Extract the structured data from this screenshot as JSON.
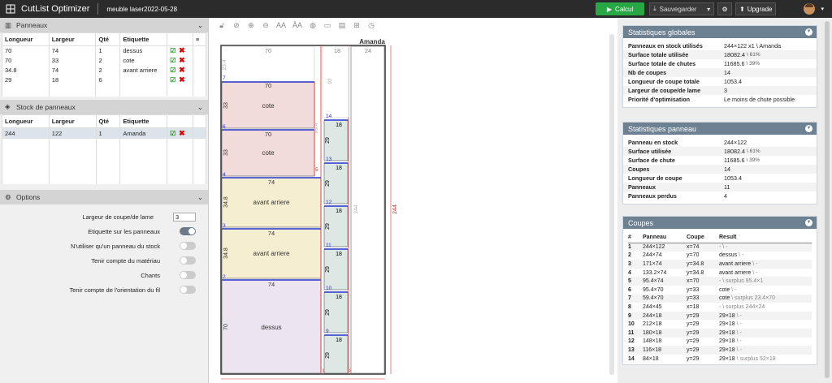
{
  "app": {
    "title": "CutList Optimizer",
    "file_name": "meuble laser2022-05-28"
  },
  "topbar": {
    "calc_label": "Calcul",
    "save_label": "Sauvegarder",
    "upgrade_label": "Upgrade"
  },
  "panneaux": {
    "title": "Panneaux",
    "headers": [
      "Longueur",
      "Largeur",
      "Qté",
      "Etiquette"
    ],
    "rows": [
      {
        "l": "70",
        "w": "74",
        "q": "1",
        "label": "dessus"
      },
      {
        "l": "70",
        "w": "33",
        "q": "2",
        "label": "cote"
      },
      {
        "l": "34.8",
        "w": "74",
        "q": "2",
        "label": "avant arriere"
      },
      {
        "l": "29",
        "w": "18",
        "q": "6",
        "label": ""
      }
    ]
  },
  "stock": {
    "title": "Stock de panneaux",
    "headers": [
      "Longueur",
      "Largeur",
      "Qté",
      "Etiquette"
    ],
    "rows": [
      {
        "l": "244",
        "w": "122",
        "q": "1",
        "label": "Amanda"
      }
    ]
  },
  "options": {
    "title": "Options",
    "kerf_label": "Largeur de coupe/de lame",
    "kerf_value": "3",
    "toggles": [
      {
        "label": "Etiquette sur les panneaux",
        "on": true
      },
      {
        "label": "N'utiliser qu'un panneau du stock",
        "on": false
      },
      {
        "label": "Tenir compte du matériau",
        "on": false
      },
      {
        "label": "Chants",
        "on": false
      },
      {
        "label": "Tenir compte de l'orientation du fil",
        "on": false
      }
    ]
  },
  "diagram": {
    "stock_label": "Amanda",
    "width_label": "244",
    "height_label": "244",
    "top_dims": [
      "70",
      "18",
      "24"
    ],
    "left_dim": "23.4",
    "mid_dim": "92",
    "side_dim": "95.4",
    "parts": [
      {
        "name": "cote",
        "w": "70",
        "h": "33",
        "edge": "7"
      },
      {
        "name": "cote",
        "w": "70",
        "h": "33",
        "edge": "6"
      },
      {
        "name": "avant arriere",
        "w": "74",
        "h": "34.8",
        "edge": "4"
      },
      {
        "name": "avant arriere",
        "w": "74",
        "h": "34.8",
        "edge": "3"
      },
      {
        "name": "dessus",
        "w": "74",
        "h": "70",
        "edge": "2"
      }
    ],
    "small_parts": [
      {
        "w": "18",
        "h": "29",
        "edge": "14"
      },
      {
        "w": "18",
        "h": "29",
        "edge": "13"
      },
      {
        "w": "18",
        "h": "29",
        "edge": "12"
      },
      {
        "w": "18",
        "h": "29",
        "edge": "11"
      },
      {
        "w": "18",
        "h": "29",
        "edge": "10"
      },
      {
        "w": "18",
        "h": "29",
        "edge": "9"
      }
    ],
    "cut_edges": [
      "5",
      "1",
      "8"
    ]
  },
  "stats_globales": {
    "title": "Statistiques globales",
    "rows": [
      {
        "k": "Panneaux en stock utilisés",
        "v": "244×122 x1 \\ Amanda"
      },
      {
        "k": "Surface totale utilisée",
        "v": "18082.4",
        "p": "\\ 61%"
      },
      {
        "k": "Surface totale de chutes",
        "v": "11685.6",
        "p": "\\ 39%"
      },
      {
        "k": "Nb de coupes",
        "v": "14"
      },
      {
        "k": "Longueur de coupe totale",
        "v": "1053.4"
      },
      {
        "k": "Largeur de coupe/de lame",
        "v": "3"
      },
      {
        "k": "Priorité d'optimisation",
        "v": "Le moins de chute possible"
      }
    ]
  },
  "stats_panneau": {
    "title": "Statistiques panneau",
    "rows": [
      {
        "k": "Panneau en stock",
        "v": "244×122"
      },
      {
        "k": "Surface utilisée",
        "v": "18082.4",
        "p": "\\ 61%"
      },
      {
        "k": "Surface de chute",
        "v": "11685.6",
        "p": "\\ 39%"
      },
      {
        "k": "Coupes",
        "v": "14"
      },
      {
        "k": "Longueur de coupe",
        "v": "1053.4"
      },
      {
        "k": "Panneaux",
        "v": "11"
      },
      {
        "k": "Panneaux perdus",
        "v": "4"
      }
    ]
  },
  "coupes": {
    "title": "Coupes",
    "headers": [
      "#",
      "Panneau",
      "Coupe",
      "Result"
    ],
    "rows": [
      {
        "n": "1",
        "p": "244×122",
        "c": "x=74",
        "r": "",
        "m": "- \\ -"
      },
      {
        "n": "2",
        "p": "244×74",
        "c": "y=70",
        "r": "dessus",
        "m": " \\ -"
      },
      {
        "n": "3",
        "p": "171×74",
        "c": "y=34.8",
        "r": "avant arriere",
        "m": " \\ -"
      },
      {
        "n": "4",
        "p": "133.2×74",
        "c": "y=34.8",
        "r": "avant arriere",
        "m": " \\ -"
      },
      {
        "n": "5",
        "p": "95.4×74",
        "c": "x=70",
        "r": "",
        "m": "- \\ surplus 95.4×1"
      },
      {
        "n": "6",
        "p": "95.4×70",
        "c": "y=33",
        "r": "cote",
        "m": " \\ -"
      },
      {
        "n": "7",
        "p": "59.4×70",
        "c": "y=33",
        "r": "cote",
        "m": " \\ surplus 23.4×70"
      },
      {
        "n": "8",
        "p": "244×45",
        "c": "x=18",
        "r": "",
        "m": "- \\ surplus 244×24"
      },
      {
        "n": "9",
        "p": "244×18",
        "c": "y=29",
        "r": "29×18",
        "m": " \\ -"
      },
      {
        "n": "10",
        "p": "212×18",
        "c": "y=29",
        "r": "29×18",
        "m": " \\ -"
      },
      {
        "n": "11",
        "p": "180×18",
        "c": "y=29",
        "r": "29×18",
        "m": " \\ -"
      },
      {
        "n": "12",
        "p": "148×18",
        "c": "y=29",
        "r": "29×18",
        "m": " \\ -"
      },
      {
        "n": "13",
        "p": "116×18",
        "c": "y=29",
        "r": "29×18",
        "m": " \\ -"
      },
      {
        "n": "14",
        "p": "84×18",
        "c": "y=29",
        "r": "29×18",
        "m": " \\ surplus 52×18"
      }
    ]
  }
}
